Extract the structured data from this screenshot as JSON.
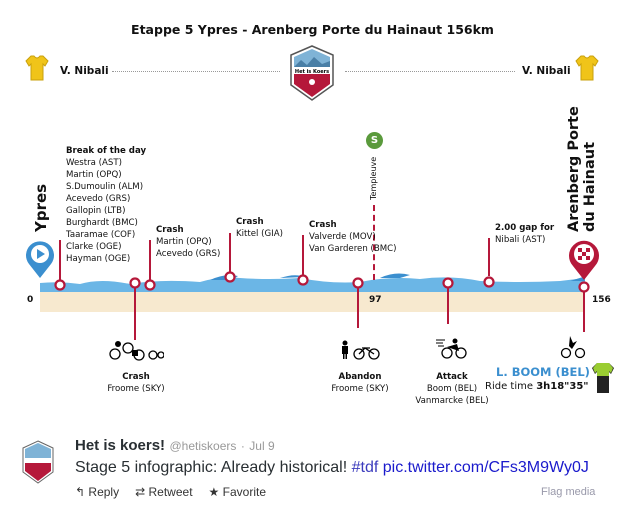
{
  "infographic": {
    "title": "Etappe 5 Ypres - Arenberg Porte du Hainaut 156km",
    "leader_left": "V. Nibali",
    "leader_right": "V. Nibali",
    "logo_text": "Het is Koers",
    "start": "Ypres",
    "finish": "Arenberg Porte du Hainaut",
    "finish_line1": "Arenberg Porte",
    "finish_line2": "du Hainaut",
    "sprint_badge": "S",
    "sprint_place": "Templeuve",
    "km_start": "0",
    "km_sprint": "97",
    "km_finish": "156",
    "events_top": [
      {
        "title": "Break of the day",
        "lines": [
          "Westra (AST)",
          "Martin (OPQ)",
          "S.Dumoulin (ALM)",
          "Acevedo (GRS)",
          "Gallopin (LTB)",
          "Burghardt (BMC)",
          "Taaramae (COF)",
          "Clarke (OGE)",
          "Hayman (OGE)"
        ]
      },
      {
        "title": "Crash",
        "lines": [
          "Martin (OPQ)",
          "Acevedo (GRS)"
        ]
      },
      {
        "title": "Crash",
        "lines": [
          "Kittel (GIA)"
        ]
      },
      {
        "title": "Crash",
        "lines": [
          "Valverde (MOV)",
          "Van Garderen (BMC)"
        ]
      },
      {
        "title": "2.00 gap for",
        "lines": [
          "Nibali (AST)"
        ]
      }
    ],
    "events_bottom": [
      {
        "title": "Crash",
        "lines": [
          "Froome (SKY)"
        ]
      },
      {
        "title": "Abandon",
        "lines": [
          "Froome (SKY)"
        ]
      },
      {
        "title": "Attack",
        "lines": [
          "Boom (BEL)",
          "Vanmarcke (BEL)"
        ]
      }
    ],
    "winner": "L. BOOM (BEL)",
    "ride_time_label": "Ride time",
    "ride_time": "3h18\"35\"",
    "colors": {
      "accent": "#b5183a",
      "water": "#6bb6e6",
      "ground": "#f7e9cf",
      "winner": "#3b8fcf",
      "sprint": "#5a9a3c"
    }
  },
  "tweet": {
    "name": "Het is koers!",
    "handle": "@hetiskoers",
    "date": "Jul 9",
    "text": "Stage 5 infographic: Already historical! ",
    "hashtag": "#tdf",
    "link": "pic.twitter.com/CFs3M9Wy0J",
    "actions": {
      "reply": "Reply",
      "retweet": "Retweet",
      "favorite": "Favorite"
    },
    "flag": "Flag media"
  }
}
